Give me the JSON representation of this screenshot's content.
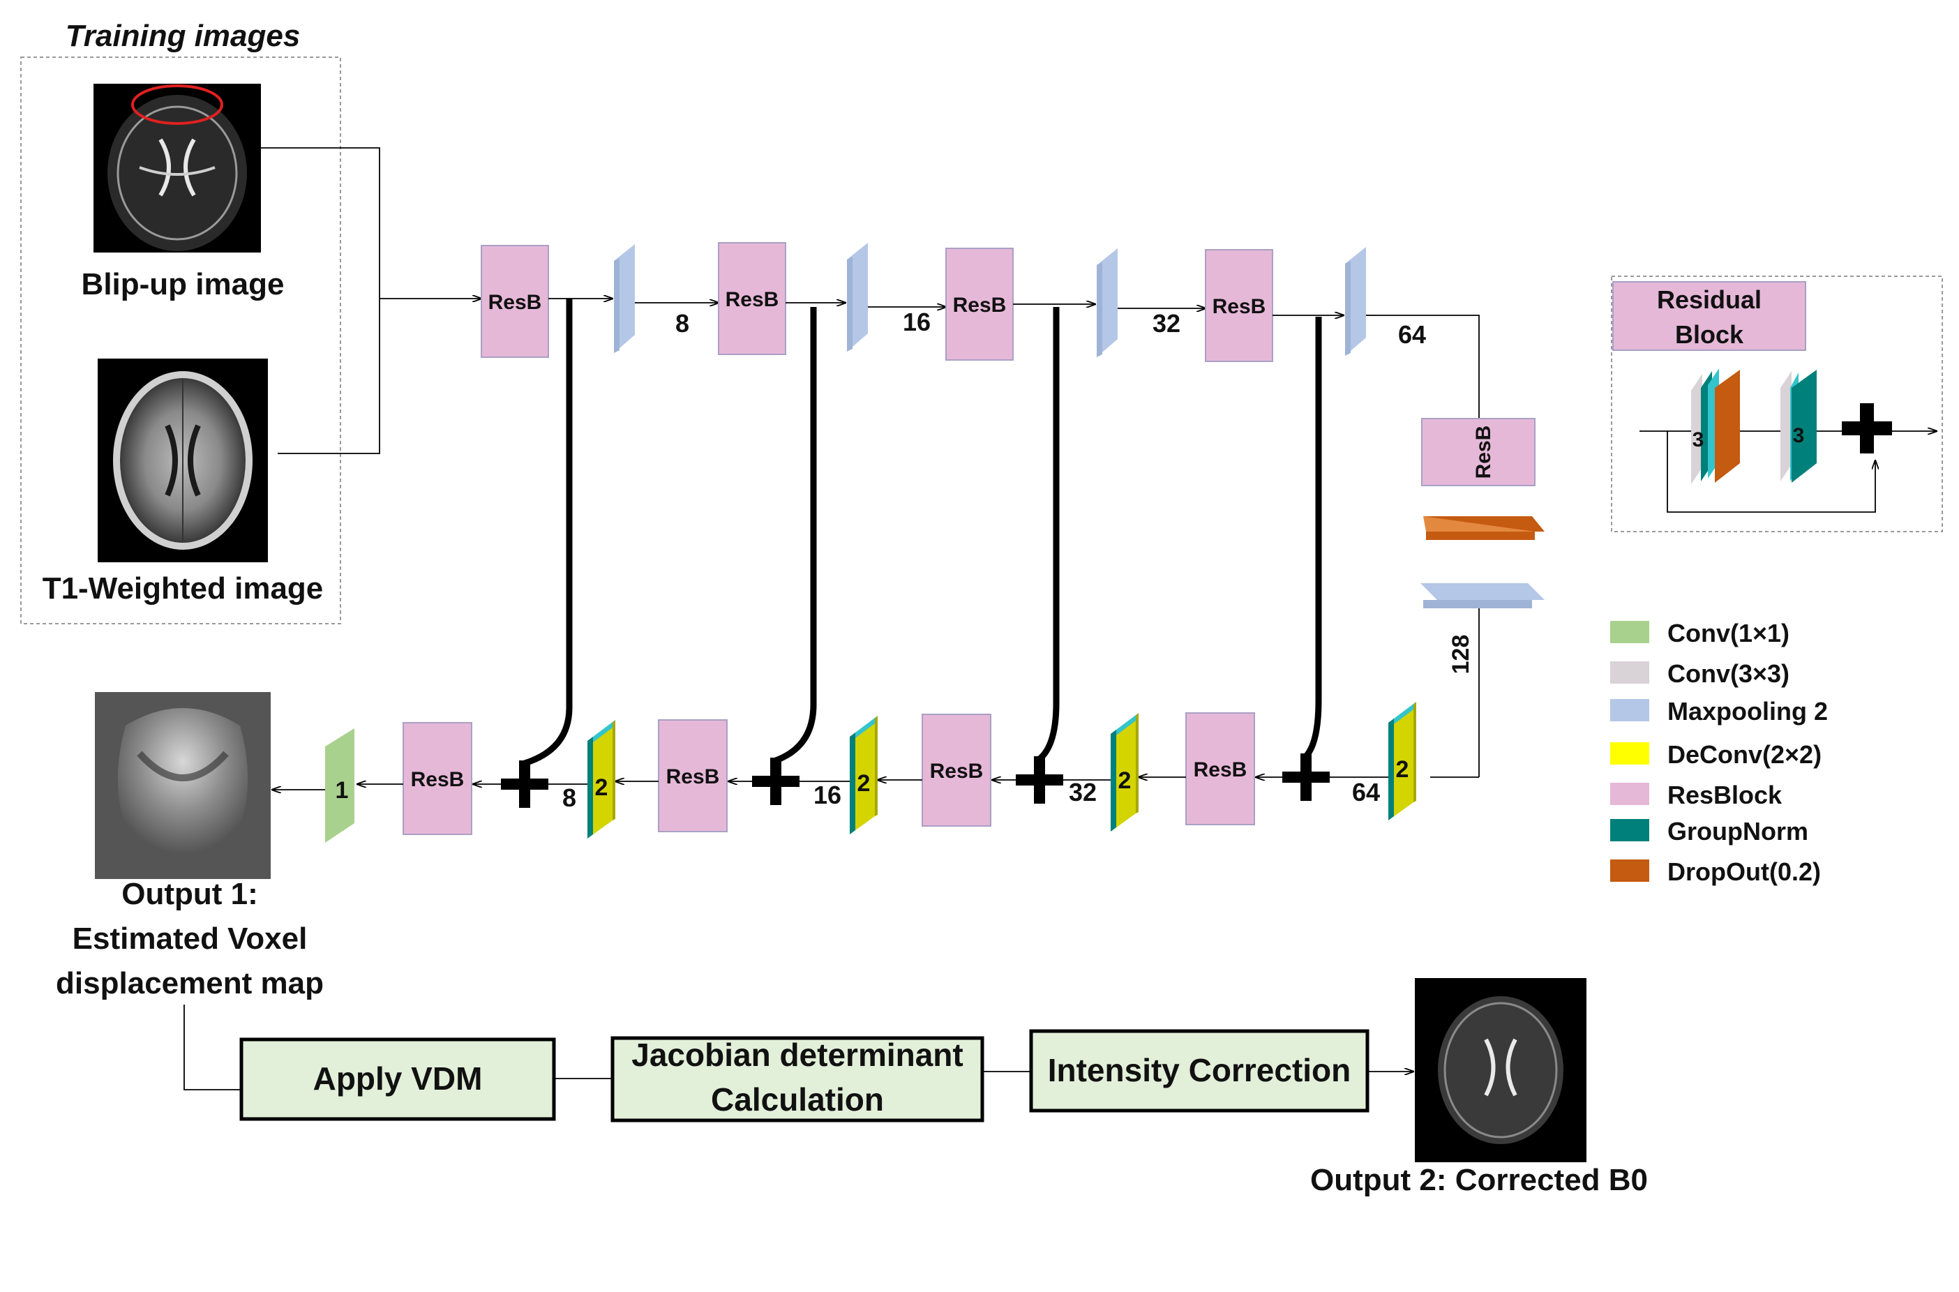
{
  "training": {
    "title": "Training images",
    "blip_label": "Blip-up image",
    "t1_label": "T1-Weighted image"
  },
  "encoder": {
    "resb_label": "ResB",
    "channels": [
      "8",
      "16",
      "32",
      "64"
    ]
  },
  "bottleneck": {
    "resb_label": "ResB",
    "channels": "128"
  },
  "decoder": {
    "resb_label": "ResB",
    "deconv_label": "2",
    "conv1_label": "1",
    "channels": [
      "64",
      "32",
      "16",
      "8"
    ]
  },
  "output1": {
    "line1": "Output 1:",
    "line2": "Estimated Voxel",
    "line3": "displacement map"
  },
  "pipeline": {
    "step1": "Apply VDM",
    "step2_line1": "Jacobian determinant",
    "step2_line2": "Calculation",
    "step3": "Intensity Correction"
  },
  "output2": {
    "label": "Output 2: Corrected B0"
  },
  "residual_block": {
    "title_line1": "Residual",
    "title_line2": "Block",
    "conv_label": "3"
  },
  "legend": [
    {
      "label": "Conv(1×1)",
      "color": "#a9d18e"
    },
    {
      "label": "Conv(3×3)",
      "color": "#d9d2d6"
    },
    {
      "label": "Maxpooling 2",
      "color": "#b4c7e7"
    },
    {
      "label": "DeConv(2×2)",
      "color": "#ffff00"
    },
    {
      "label": "ResBlock",
      "color": "#e6b8d8"
    },
    {
      "label": "GroupNorm",
      "color": "#00807a"
    },
    {
      "label": "DropOut(0.2)",
      "color": "#c55a11"
    }
  ],
  "colors": {
    "resblock": "#e6b8d8",
    "maxpool": "#b4c7e7",
    "deconv": "#d4d400",
    "groupnorm": "#00807a",
    "cyan_edge": "#33c4cc",
    "dropout": "#c55a11",
    "conv1": "#a9d18e",
    "conv3": "#d9d2d6",
    "pipeline_fill": "#e2efd9"
  }
}
